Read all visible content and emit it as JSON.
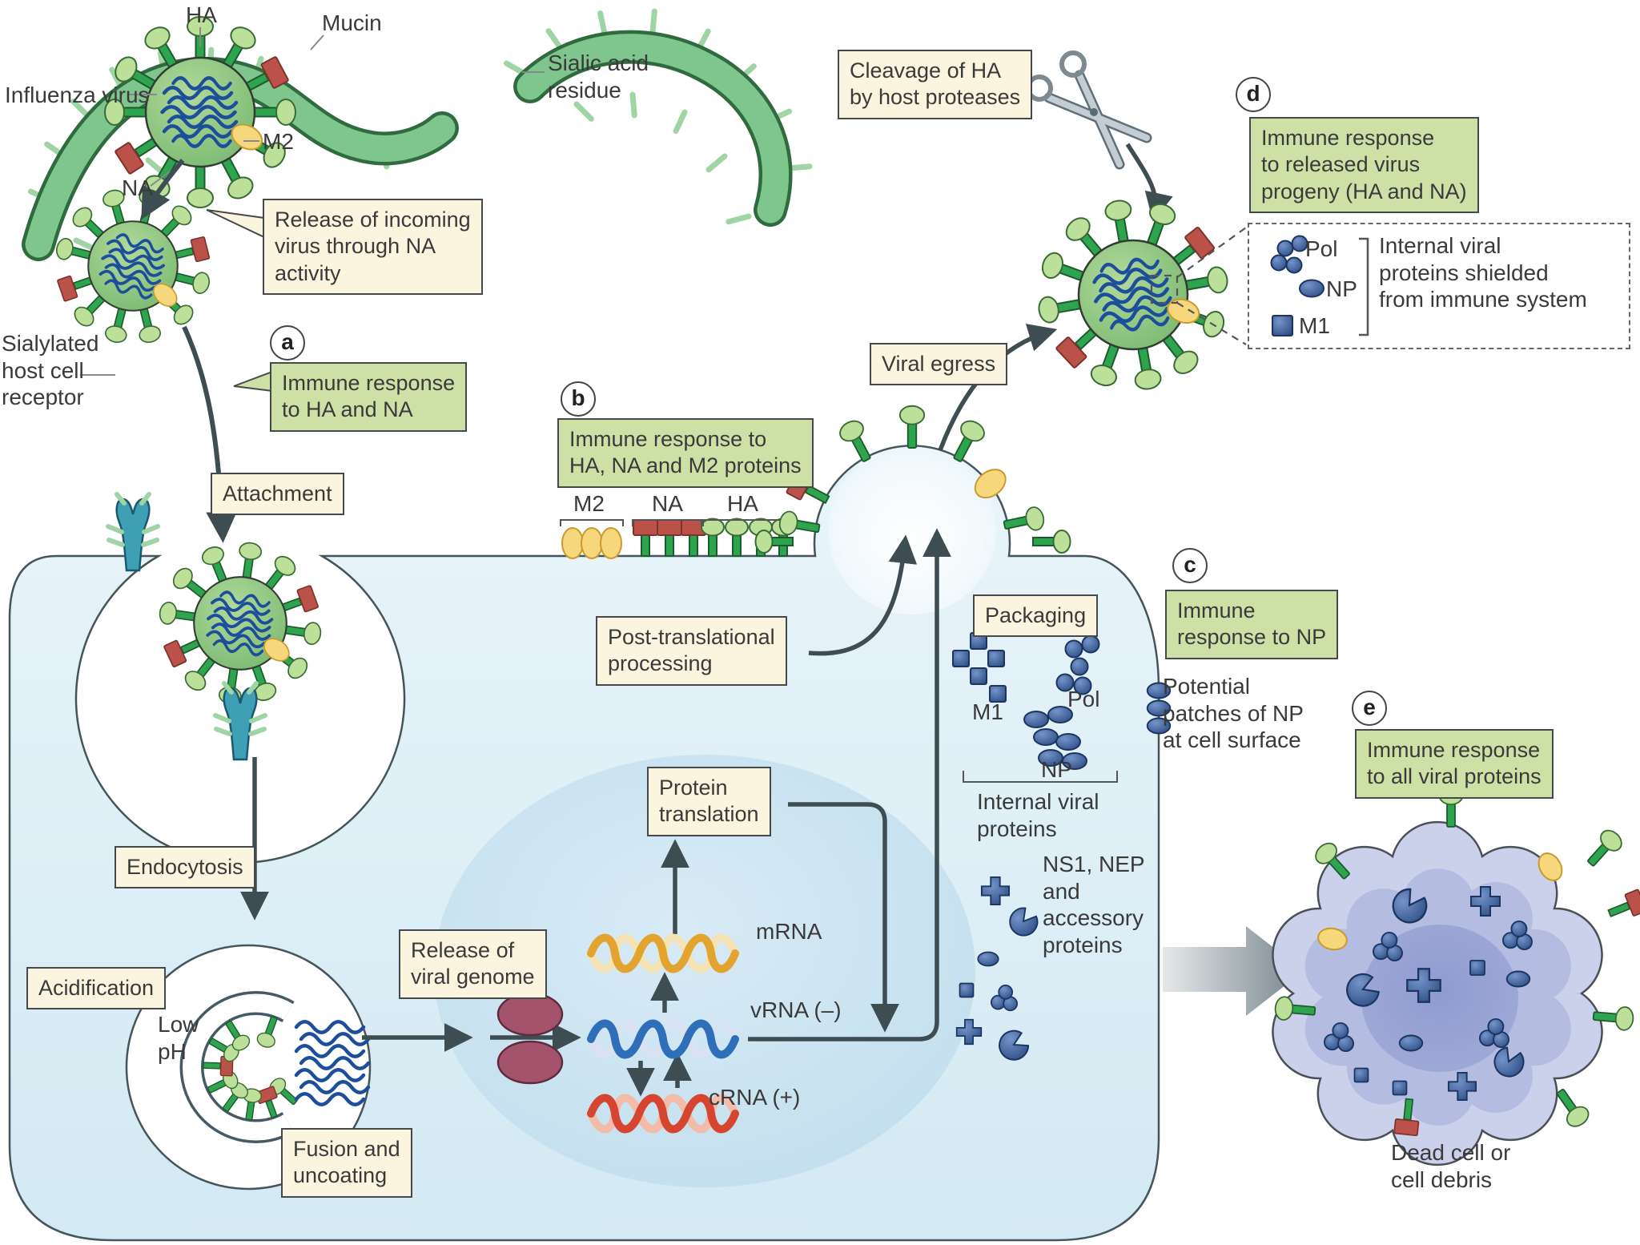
{
  "figure": {
    "type": "influenza virus life-cycle and immune response diagram"
  },
  "labels": {
    "ha": "HA",
    "mucin": "Mucin",
    "influenza_virus": "Influenza virus",
    "m2": "M2",
    "na": "NA",
    "sialic_acid": "Sialic acid\nresidue",
    "sialylated_receptor": "Sialylated\nhost cell\nreceptor",
    "low_ph": "Low\npH",
    "mrna": "mRNA",
    "vrna": "vRNA (–)",
    "crna": "cRNA (+)",
    "m2_row": "M2",
    "na_row": "NA",
    "ha_row": "HA",
    "pkg_m1": "M1",
    "pkg_pol": "Pol",
    "pkg_np": "NP",
    "pkg_caption": "Internal viral\nproteins",
    "ns1": "NS1, NEP\nand\naccessory\nproteins",
    "potential_np": "Potential\npatches of NP\nat cell surface",
    "dead_cell": "Dead cell or\ncell debris",
    "d_pol": "Pol",
    "d_np": "NP",
    "d_m1": "M1",
    "d_caption": "Internal viral\nproteins shielded\nfrom immune system"
  },
  "process": {
    "release_incoming": "Release of incoming\nvirus through NA\nactivity",
    "attachment": "Attachment",
    "endocytosis": "Endocytosis",
    "acidification": "Acidification",
    "fusion": "Fusion and\nuncoating",
    "release_genome": "Release of\nviral genome",
    "protein_translation": "Protein\ntranslation",
    "post_translational": "Post-translational\nprocessing",
    "packaging": "Packaging",
    "cleavage": "Cleavage of HA\nby host proteases",
    "viral_egress": "Viral egress"
  },
  "immune": {
    "a": {
      "letter": "a",
      "text": "Immune response\nto HA and NA"
    },
    "b": {
      "letter": "b",
      "text": "Immune response to\nHA, NA and M2 proteins"
    },
    "c": {
      "letter": "c",
      "text": "Immune\nresponse to NP"
    },
    "d": {
      "letter": "d",
      "text": "Immune response\nto released virus\nprogeny (HA and NA)"
    },
    "e": {
      "letter": "e",
      "text": "Immune response\nto all viral proteins"
    }
  },
  "colors": {
    "cream_box": "#fbf4df",
    "green_box": "#cde0a6",
    "box_border": "#45494b",
    "arrow": "#3e4d52",
    "cell_fill": "#ddeef7",
    "nucleus_fill": "#c9e2f0",
    "spike_stem_green": "#2ea44f",
    "ha_head_green": "#bcdf9a",
    "na_red": "#bb5249",
    "m2_yellow": "#f7d77c",
    "rna_navy": "#1c4e9c",
    "internal_protein_navy": "#2a4c86",
    "receptor_teal": "#3e9fb5",
    "polymerase_maroon": "#a3536b",
    "mrna_gold": "#e3a42f",
    "vrna_blue": "#2f6fba",
    "crna_red": "#d6452f",
    "dead_cell_lavender": "#cbd1eb"
  }
}
